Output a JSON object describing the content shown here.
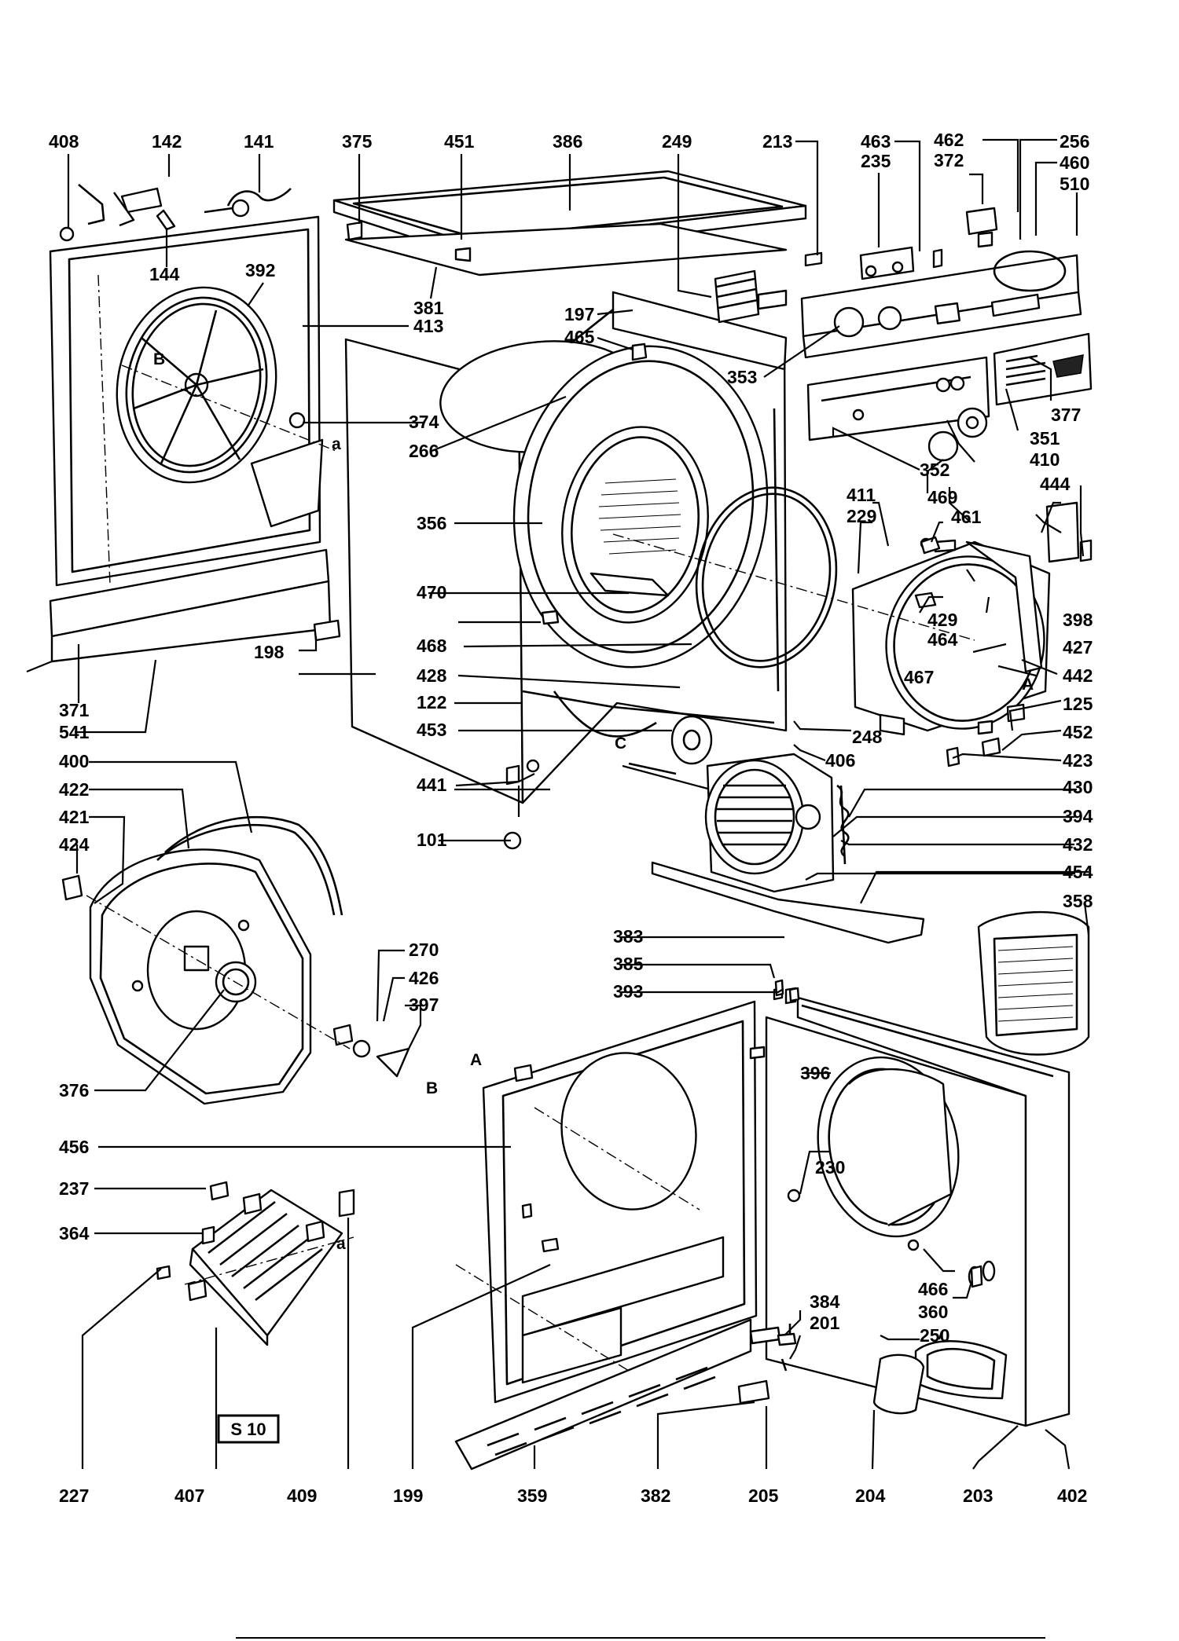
{
  "diagram": {
    "sheet_tag": "S 10",
    "part_numbers": [
      "408",
      "142",
      "141",
      "375",
      "451",
      "386",
      "249",
      "213",
      "463",
      "235",
      "462",
      "372",
      "256",
      "460",
      "510",
      "144",
      "392",
      "381",
      "413",
      "197",
      "465",
      "353",
      "377",
      "351",
      "410",
      "352",
      "469",
      "374",
      "266",
      "356",
      "411",
      "229",
      "461",
      "444",
      "470",
      "429",
      "464",
      "398",
      "427",
      "442",
      "468",
      "428",
      "467",
      "125",
      "122",
      "453",
      "248",
      "452",
      "406",
      "423",
      "441",
      "430",
      "394",
      "101",
      "432",
      "454",
      "358",
      "383",
      "385",
      "393",
      "396",
      "400",
      "422",
      "421",
      "424",
      "270",
      "426",
      "397",
      "376",
      "456",
      "230",
      "237",
      "364",
      "466",
      "360",
      "384",
      "201",
      "250",
      "227",
      "407",
      "409",
      "199",
      "359",
      "382",
      "205",
      "204",
      "203",
      "402",
      "371",
      "541",
      "198"
    ],
    "reference_letters": [
      "a",
      "B",
      "A",
      "C"
    ]
  }
}
